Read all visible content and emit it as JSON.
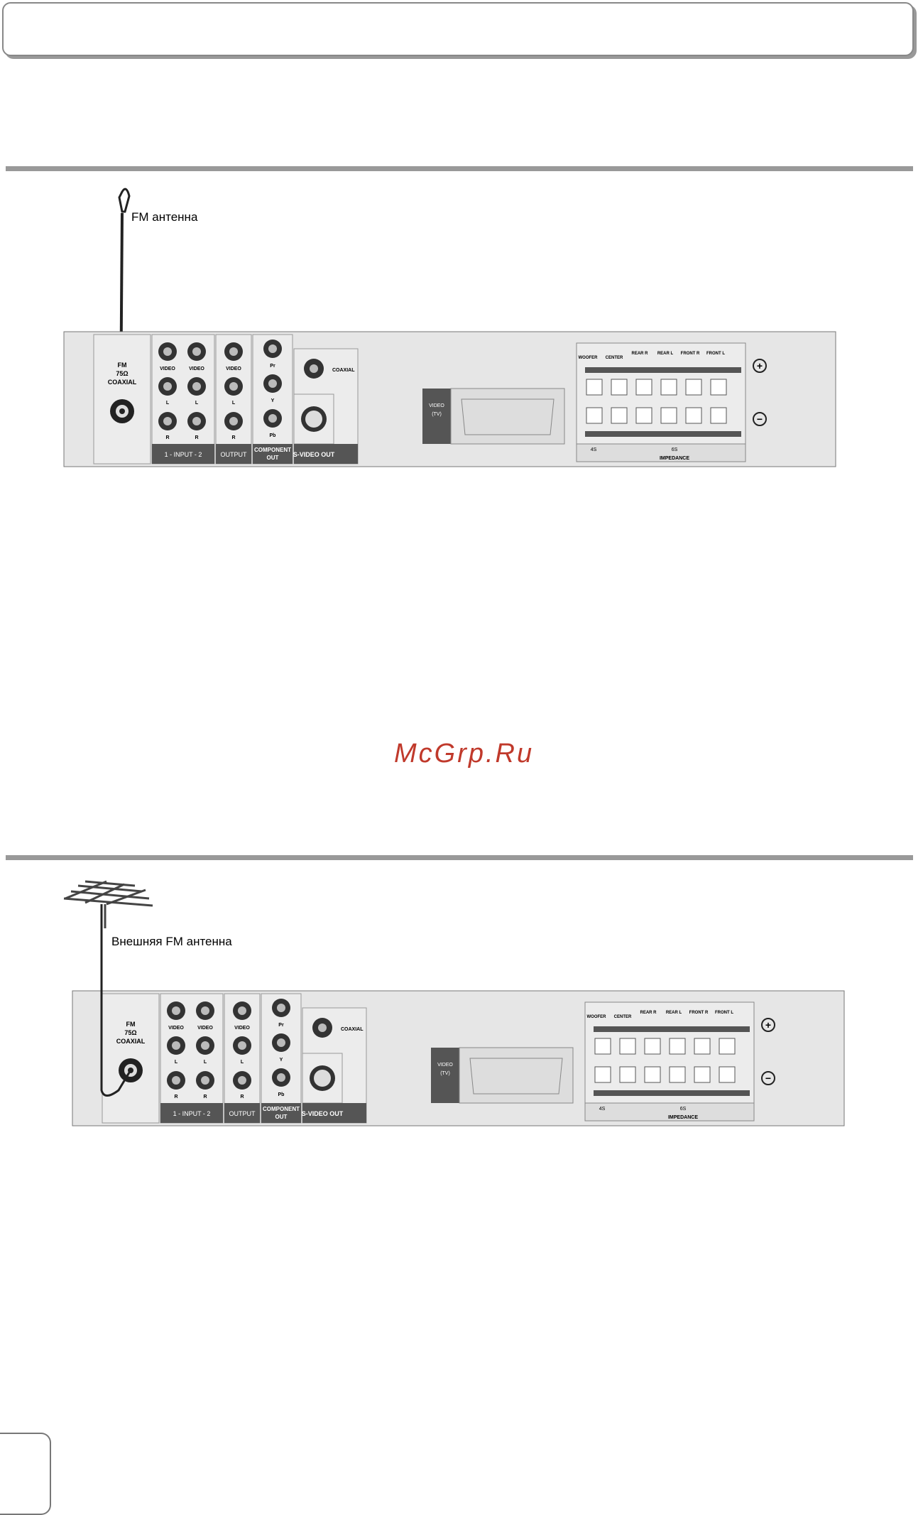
{
  "diagram1": {
    "antenna_label": "FM антенна"
  },
  "diagram2": {
    "antenna_label": "Внешняя FM антенна"
  },
  "panel": {
    "fm_line1": "FM",
    "fm_line2": "75Ω",
    "fm_line3": "COAXIAL",
    "video": "VIDEO",
    "l": "L",
    "r": "R",
    "input_group": "1 - INPUT - 2",
    "output_group": "OUTPUT",
    "pr": "Pr",
    "y": "Y",
    "pb": "Pb",
    "component_out_1": "COMPONENT",
    "component_out_2": "OUT",
    "coaxial": "COAXIAL",
    "svideo_out": "S-VIDEO OUT",
    "scart_1": "VIDEO",
    "scart_2": "(TV)",
    "speaker_headers": [
      "WOOFER",
      "CENTER",
      "REAR R",
      "REAR L",
      "FRONT R",
      "FRONT L"
    ],
    "impedance_4": "4S",
    "impedance_6": "6S",
    "impedance": "IMPEDANCE",
    "plus": "+",
    "minus": "−"
  },
  "watermark": "McGrp.Ru"
}
